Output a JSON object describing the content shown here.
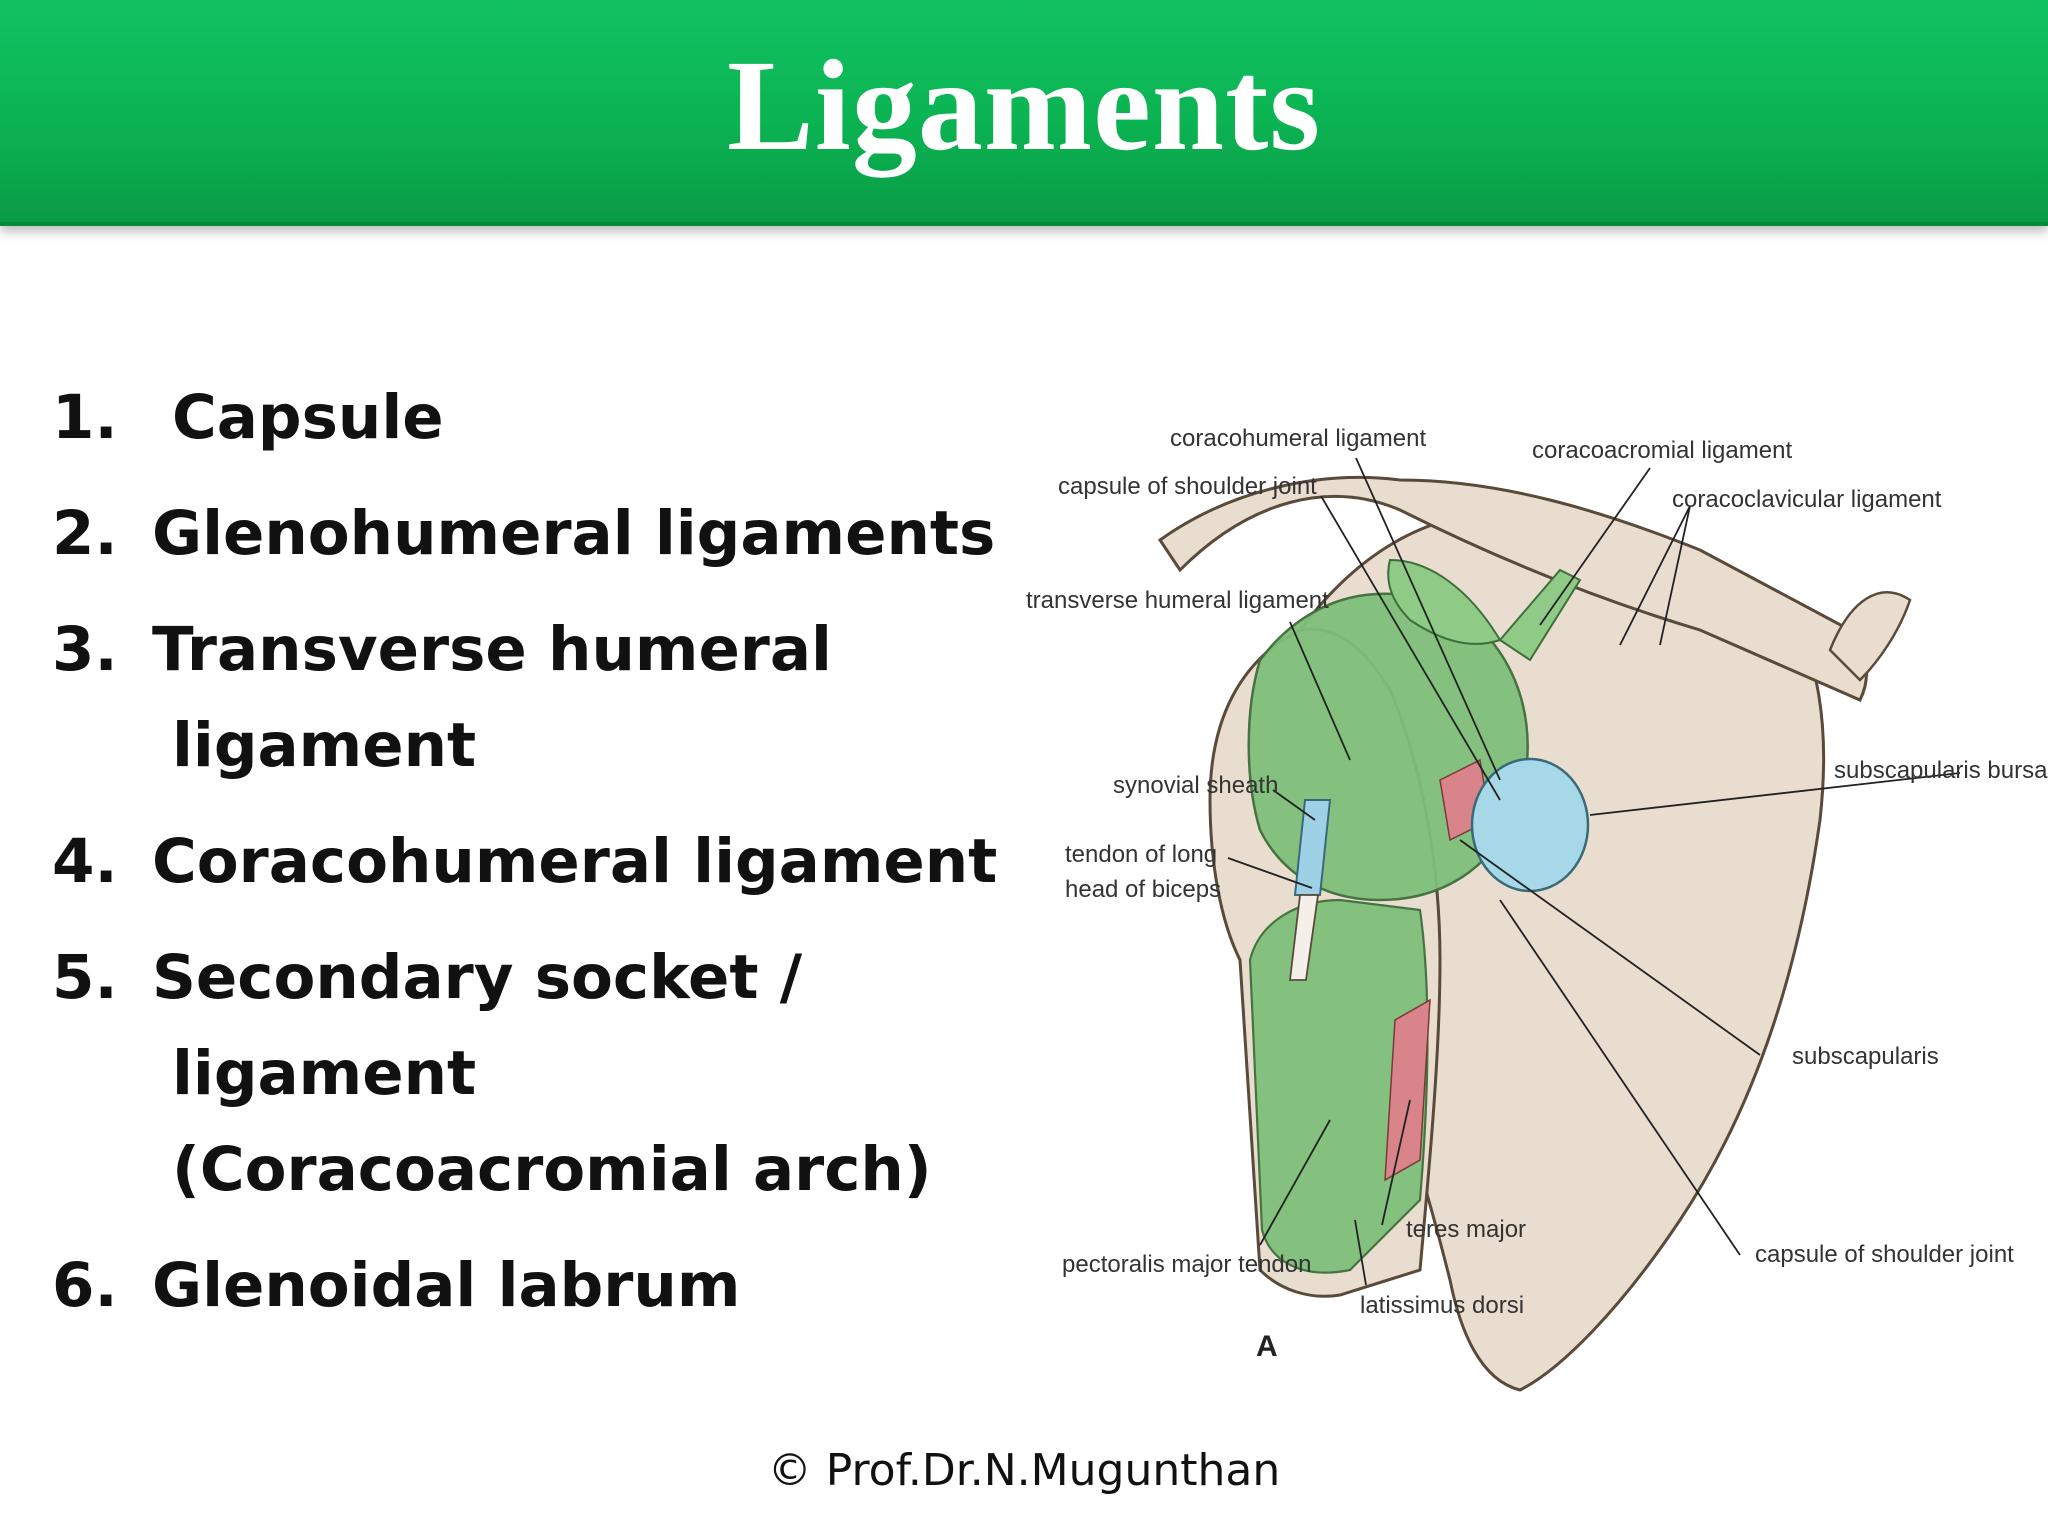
{
  "title": "Ligaments",
  "items": [
    {
      "num": "1.",
      "lines": [
        "Capsule"
      ]
    },
    {
      "num": "2.",
      "lines": [
        "Glenohumeral ligaments"
      ]
    },
    {
      "num": "3.",
      "lines": [
        "Transverse humeral",
        "ligament"
      ]
    },
    {
      "num": "4.",
      "lines": [
        "Coracohumeral ligament"
      ]
    },
    {
      "num": "5.",
      "lines": [
        "Secondary  socket /",
        "ligament",
        "(Coracoacromial arch)"
      ]
    },
    {
      "num": "6.",
      "lines": [
        "Glenoidal labrum"
      ]
    }
  ],
  "diagram": {
    "labels": {
      "coracohumeral_ligament": "coracohumeral ligament",
      "coracoacromial_ligament": "coracoacromial ligament",
      "capsule_top": "capsule of shoulder joint",
      "coracoclavicular_ligament": "coracoclavicular ligament",
      "transverse_humeral_ligament": "transverse humeral ligament",
      "synovial_sheath": "synovial sheath",
      "subscapularis_bursa": "subscapularis bursa",
      "tendon_line1": "tendon of long",
      "tendon_line2": "head of biceps",
      "subscapularis": "subscapularis",
      "teres_major": "teres major",
      "capsule_bottom": "capsule of shoulder joint",
      "pectoralis_major_tendon": "pectoralis major tendon",
      "latissimus_dorsi": "latissimus dorsi",
      "panel_letter": "A"
    },
    "colors": {
      "bone": "#e9ddd0",
      "bone_outline": "#5a4a3a",
      "ligament_green": "#7fbf7a",
      "muscle_red": "#d9848a",
      "bursa_blue": "#a6d8e8"
    }
  },
  "footer": "© Prof.Dr.N.Mugunthan"
}
